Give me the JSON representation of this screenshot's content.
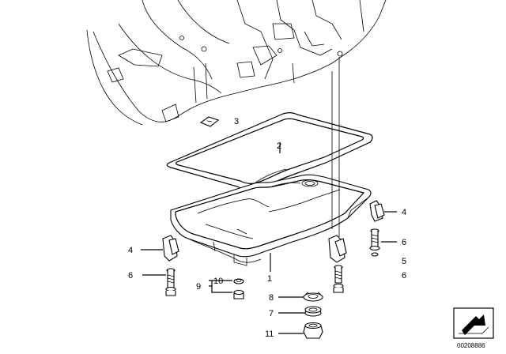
{
  "callouts": {
    "c1": "1",
    "c2": "2",
    "c3": "3",
    "c4_left": "4",
    "c4_right": "4",
    "c5": "5",
    "c6_left": "6",
    "c6_right_a": "6",
    "c6_right_b": "6",
    "c7": "7",
    "c8": "8",
    "c9": "9",
    "c10": "10",
    "c11": "11"
  },
  "document_id": "00208886"
}
